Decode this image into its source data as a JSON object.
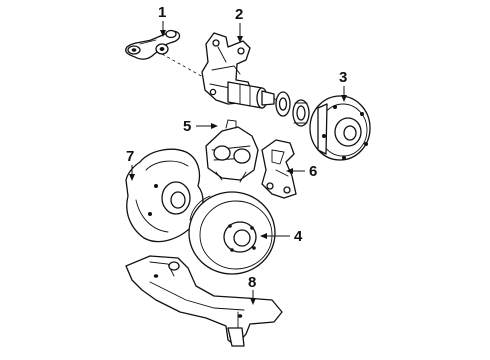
{
  "diagram": {
    "callouts": [
      {
        "id": "1",
        "label": "1"
      },
      {
        "id": "2",
        "label": "2"
      },
      {
        "id": "3",
        "label": "3"
      },
      {
        "id": "4",
        "label": "4"
      },
      {
        "id": "5",
        "label": "5"
      },
      {
        "id": "6",
        "label": "6"
      },
      {
        "id": "7",
        "label": "7"
      },
      {
        "id": "8",
        "label": "8"
      }
    ],
    "colors": {
      "ink": "#111111",
      "background": "#ffffff"
    }
  }
}
